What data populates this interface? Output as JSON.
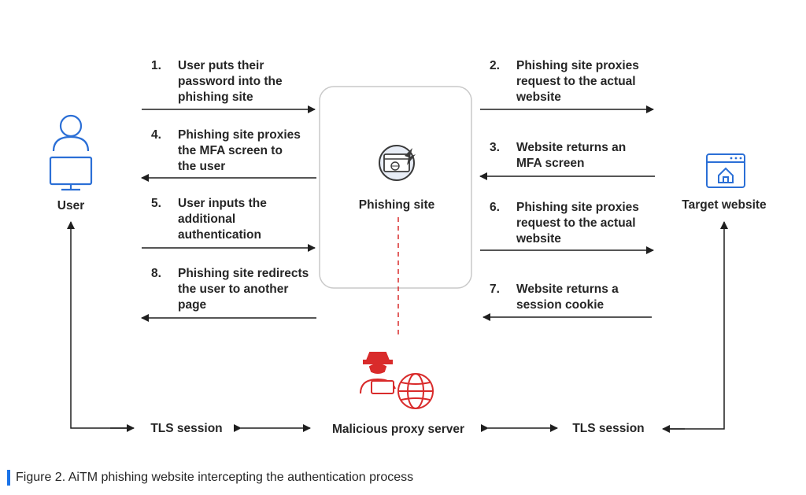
{
  "nodes": {
    "user": "User",
    "phishing_site": "Phishing site",
    "target_website": "Target website",
    "proxy_server": "Malicious proxy server"
  },
  "steps": [
    {
      "num": "1.",
      "lines": [
        "User puts their",
        "password into the",
        "phishing site"
      ]
    },
    {
      "num": "2.",
      "lines": [
        "Phishing site proxies",
        "request to the actual",
        "website"
      ]
    },
    {
      "num": "3.",
      "lines": [
        "Website returns an",
        "MFA screen"
      ]
    },
    {
      "num": "4.",
      "lines": [
        "Phishing site proxies",
        "the MFA screen to",
        "the user"
      ]
    },
    {
      "num": "5.",
      "lines": [
        "User inputs the",
        "additional",
        "authentication"
      ]
    },
    {
      "num": "6.",
      "lines": [
        "Phishing site proxies",
        "request to the actual",
        "website"
      ]
    },
    {
      "num": "7.",
      "lines": [
        "Website returns a",
        "session cookie"
      ]
    },
    {
      "num": "8.",
      "lines": [
        "Phishing site redirects",
        "the user to another",
        "page"
      ]
    }
  ],
  "tls": {
    "left": "TLS session",
    "right": "TLS session"
  },
  "caption": "Figure 2. AiTM phishing website intercepting the authentication process",
  "colors": {
    "user_icon": "#2b6fd6",
    "target_icon": "#2b6fd6",
    "attacker": "#d92b2b",
    "arrow": "#1f1f1f",
    "box_border": "#c9c9c9",
    "caption_bar": "#1a73e8"
  }
}
